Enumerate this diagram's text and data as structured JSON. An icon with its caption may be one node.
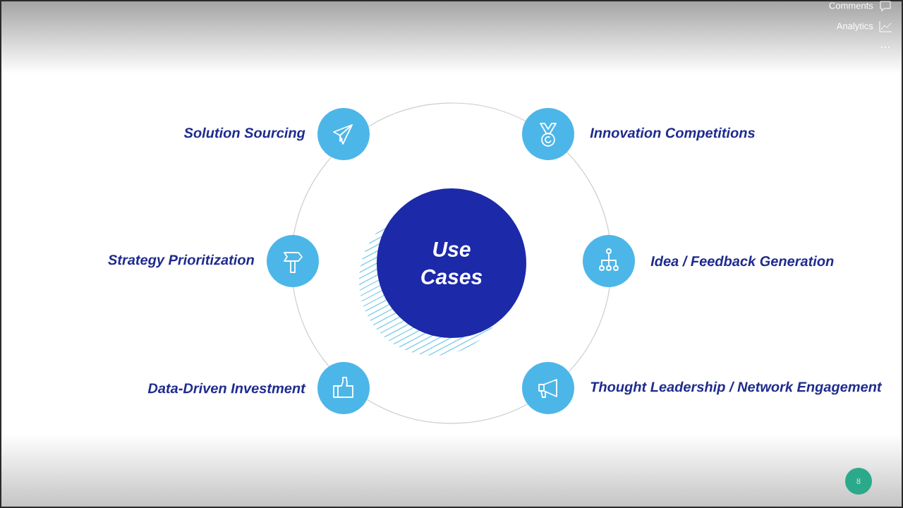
{
  "diagram": {
    "nodes": [
      {
        "text": [],
        "shape": "circle",
        "beside": [
          "Solution Sourcing"
        ]
      },
      {
        "text": [],
        "shape": "circle",
        "beside": [
          "Innovation Competitions"
        ]
      },
      {
        "text": [],
        "shape": "circle",
        "beside": [
          "Strategy Prioritization"
        ]
      },
      {
        "text": [
          "Use Cases"
        ]
      },
      {
        "text": [],
        "shape": "circle",
        "beside": [
          "Idea / Feedback Generation"
        ]
      },
      {
        "text": [],
        "shape": "circle",
        "beside": [
          "Data-Driven Investment"
        ]
      },
      {
        "text": [],
        "shape": "circle",
        "beside": [
          "Thought Leadership / Network Engagement"
        ]
      },
      {
        "text": [
          "8"
        ]
      }
    ],
    "edges": [
      {
        "from": 0,
        "to": 1,
        "arrow": "none"
      },
      {
        "from": 1,
        "to": 4,
        "arrow": "none"
      },
      {
        "from": 4,
        "to": 6,
        "arrow": "none"
      },
      {
        "from": 6,
        "to": 5,
        "arrow": "none"
      },
      {
        "from": 5,
        "to": 2,
        "arrow": "none"
      },
      {
        "from": 2,
        "to": 0,
        "arrow": "none"
      }
    ],
    "labels": [
      "Comments",
      "Analytics"
    ]
  }
}
